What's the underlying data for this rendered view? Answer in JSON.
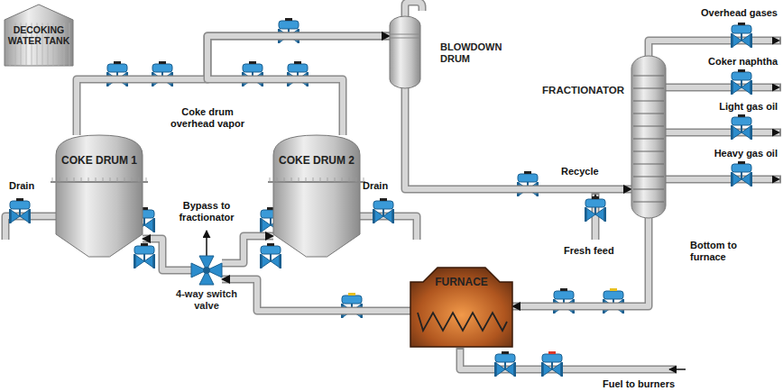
{
  "diagram": {
    "nodes": [
      {
        "text": [
          "DECOKING WATER TANK"
        ]
      },
      {
        "text": [
          "COKE DRUM 1"
        ]
      },
      {
        "text": [
          "COKE DRUM 2"
        ]
      },
      {
        "text": [
          "BLOWDOWN DRUM"
        ]
      },
      {
        "text": [
          "FRACTIONATOR"
        ]
      },
      {
        "text": [
          "FURNACE"
        ]
      },
      {
        "text": [
          "4-way switch valve"
        ]
      }
    ],
    "edges": [
      {
        "from": 1,
        "to": 3,
        "arrow": "to"
      },
      {
        "from": 2,
        "to": 3,
        "arrow": "to"
      },
      {
        "from": 3,
        "to": 4,
        "arrow": "to"
      },
      {
        "from": 4,
        "to": 5,
        "arrow": "to"
      },
      {
        "from": 5,
        "to": 6,
        "arrow": "to"
      },
      {
        "from": 6,
        "to": 1,
        "arrow": "to"
      },
      {
        "from": 6,
        "to": 2,
        "arrow": "to"
      }
    ],
    "labels": [
      "Coke drum overhead vapor",
      "Drain",
      "Drain",
      "Bypass to fractionator",
      "Recycle",
      "Fresh feed",
      "Bottom to furnace",
      "Fuel to burners",
      "Overhead gases",
      "Coker naphtha",
      "Light gas oil",
      "Heavy gas oil"
    ]
  }
}
